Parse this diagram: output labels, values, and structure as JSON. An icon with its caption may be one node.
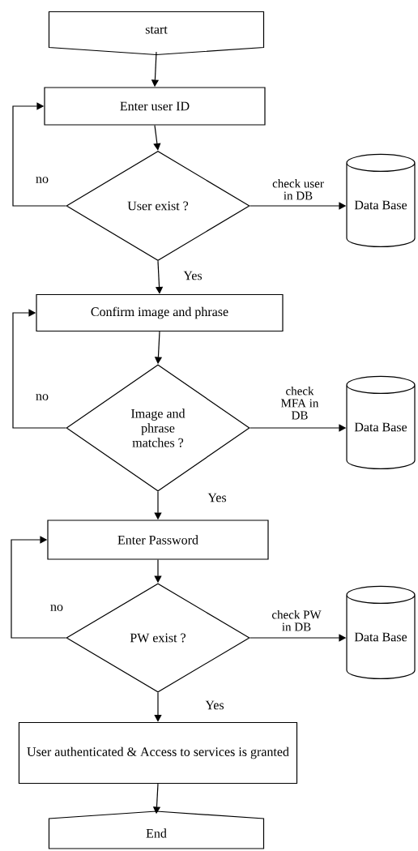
{
  "diagram": {
    "nodes": [
      {
        "text": [
          "start"
        ]
      },
      {
        "text": [
          "Enter user ID"
        ]
      },
      {
        "text": [
          "User exist ?"
        ]
      },
      {
        "text": [
          "Data Base"
        ]
      },
      {
        "text": [
          "Confirm image and phrase"
        ]
      },
      {
        "text": [
          "Image and phrase matches ?"
        ]
      },
      {
        "text": [
          "Data Base"
        ]
      },
      {
        "text": [
          "Enter  Password"
        ]
      },
      {
        "text": [
          "PW exist ?"
        ]
      },
      {
        "text": [
          "Data Base"
        ]
      },
      {
        "text": [
          "User authenticated & Access to services is granted"
        ]
      },
      {
        "text": [
          "End"
        ]
      }
    ],
    "edges": [
      {
        "from": 0,
        "to": 1,
        "arrow": "to"
      },
      {
        "from": 1,
        "to": 2,
        "arrow": "to"
      },
      {
        "from": 2,
        "to": 3,
        "arrow": "to",
        "label": "check user in DB"
      },
      {
        "from": 2,
        "to": 1,
        "arrow": "to",
        "label": "no"
      },
      {
        "from": 2,
        "to": 4,
        "arrow": "to",
        "label": "Yes"
      },
      {
        "from": 4,
        "to": 5,
        "arrow": "to"
      },
      {
        "from": 5,
        "to": 6,
        "arrow": "to",
        "label": "check MFA in DB"
      },
      {
        "from": 5,
        "to": 4,
        "arrow": "to",
        "label": "no"
      },
      {
        "from": 5,
        "to": 7,
        "arrow": "to",
        "label": "Yes"
      },
      {
        "from": 7,
        "to": 8,
        "arrow": "to"
      },
      {
        "from": 8,
        "to": 9,
        "arrow": "to",
        "label": "check PW in DB"
      },
      {
        "from": 8,
        "to": 7,
        "arrow": "to",
        "label": "no"
      },
      {
        "from": 8,
        "to": 10,
        "arrow": "to",
        "label": "Yes"
      },
      {
        "from": 10,
        "to": 11,
        "arrow": "to"
      }
    ]
  }
}
